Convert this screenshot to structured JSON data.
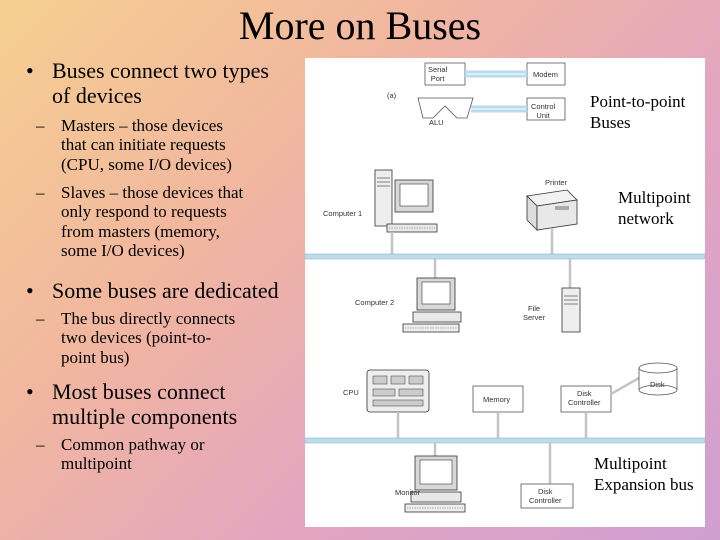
{
  "slide": {
    "title": "More on Buses",
    "bullets": [
      {
        "level": 1,
        "text": "Buses connect two types\nof devices"
      },
      {
        "level": 2,
        "text": "Masters – those devices\nthat can initiate requests\n(CPU, some I/O devices)"
      },
      {
        "level": 2,
        "text": "Slaves – those devices that\nonly respond to requests\nfrom masters (memory,\nsome I/O devices)"
      },
      {
        "level": 1,
        "text": "Some buses are dedicated"
      },
      {
        "level": 2,
        "text": "The bus directly connects\ntwo devices (point-to-\npoint bus)"
      },
      {
        "level": 1,
        "text": "Most buses connect\nmultiple components"
      },
      {
        "level": 2,
        "text": "Common pathway or\nmultipoint"
      }
    ]
  },
  "figure": {
    "labels": {
      "serial_port": "Serial\nPort",
      "modem": "Modem",
      "alu": "ALU",
      "control_unit": "Control\nUnit",
      "part_a": "(a)",
      "printer": "Printer",
      "computer1": "Computer 1",
      "computer2": "Computer 2",
      "file_server": "File\nServer",
      "cpu": "CPU",
      "memory": "Memory",
      "disk": "Disk",
      "disk_controller_1": "Disk\nController",
      "monitor": "Monitor",
      "disk_controller_2": "Disk\nController"
    },
    "annotations": {
      "point_to_point": "Point-to-point\nBuses",
      "multipoint_network": "Multipoint\nnetwork",
      "multipoint_expansion": "Multipoint\nExpansion bus"
    }
  }
}
